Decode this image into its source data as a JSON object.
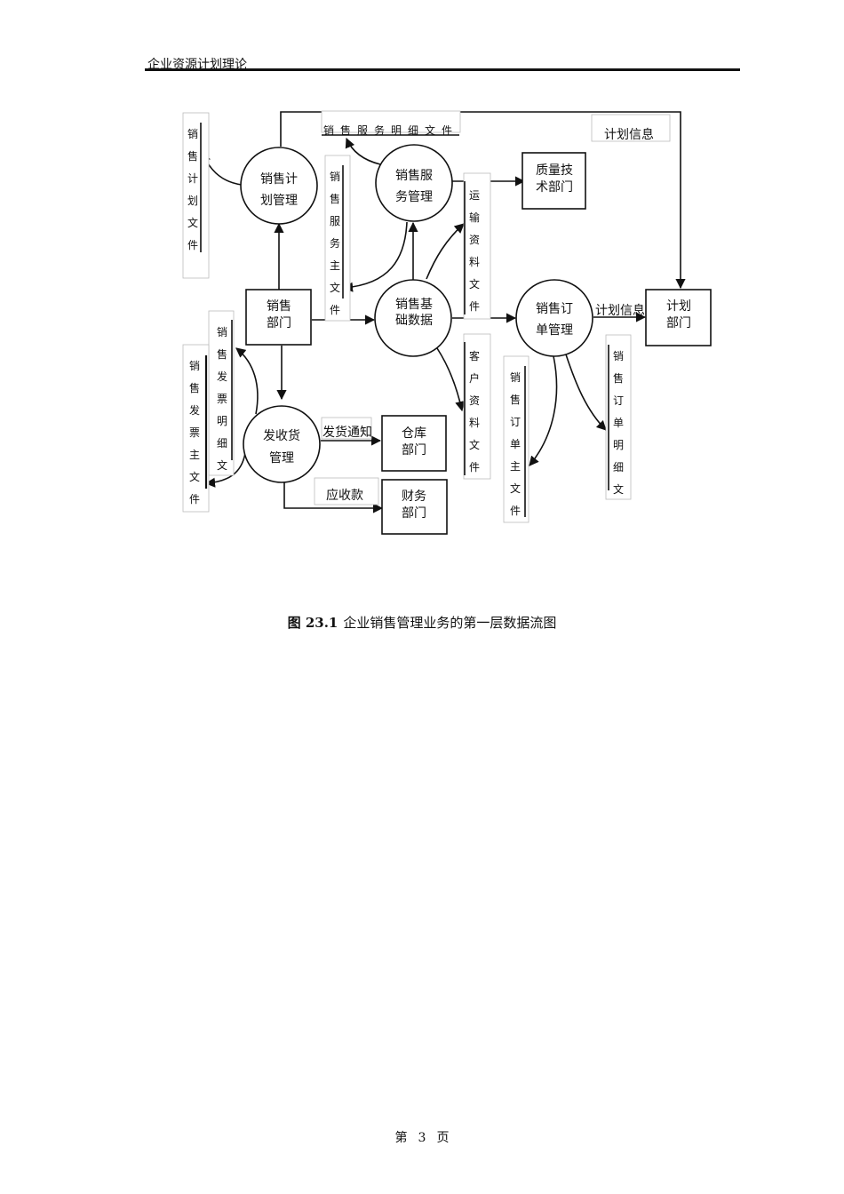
{
  "header": {
    "title": "企业资源计划理论"
  },
  "diagram": {
    "processes": {
      "sales_plan": "销售计\n划管理",
      "sales_service": "销售服\n务管理",
      "sales_base": "销售基\n础数据",
      "sales_order": "销售订\n单管理",
      "shipping": "发收货\n管理"
    },
    "entities": {
      "quality_dept": "质量技\n术部门",
      "sales_dept": "销售\n部门",
      "plan_dept": "计划\n部门",
      "warehouse": "仓库\n部门",
      "finance": "财务\n部门"
    },
    "stores": {
      "sales_plan_file": "销售计划文件",
      "service_detail_file": "销售服务明细文件",
      "service_master_file": "销售服务主文件",
      "transport_file": "运输资料文件",
      "customer_file": "客户资料文件",
      "invoice_detail_file": "销售发票明细文",
      "invoice_master_file": "销售发票主文件",
      "order_master_file": "销售订单主文件",
      "order_detail_file": "销售订单明细文"
    },
    "flow_labels": {
      "plan_info_top": "计划信息",
      "plan_info_right": "计划信息",
      "ship_notice": "发货通知",
      "receivable": "应收款"
    }
  },
  "caption": {
    "number": "图 23.1",
    "text": "企业销售管理业务的第一层数据流图"
  },
  "footer": {
    "prefix": "第",
    "page": "3",
    "suffix": "页"
  }
}
